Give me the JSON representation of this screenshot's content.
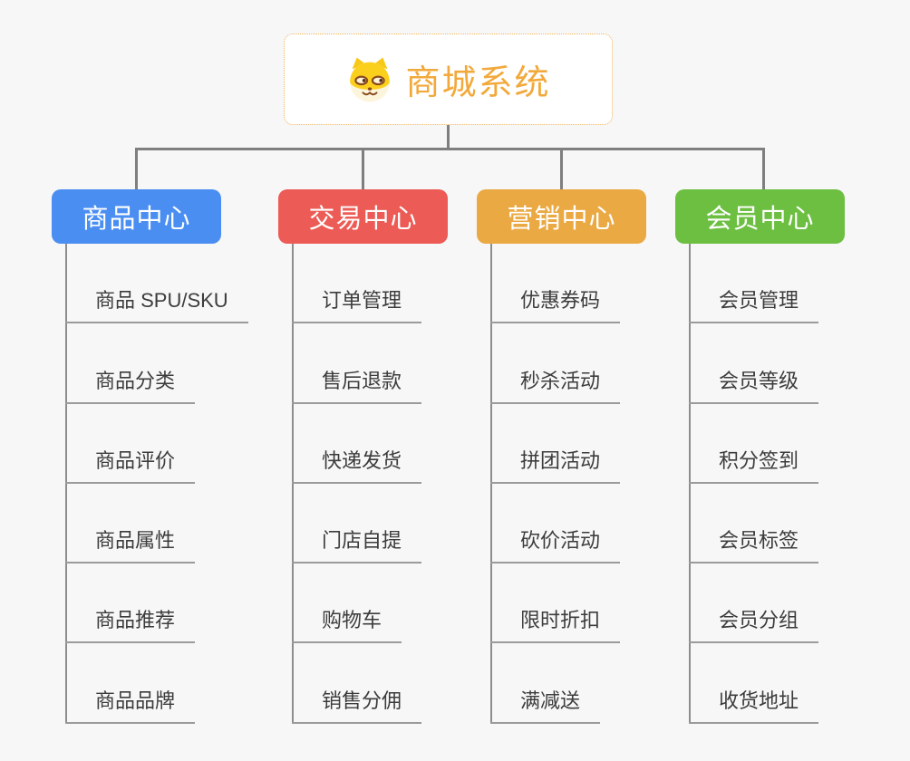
{
  "root": {
    "title": "商城系统",
    "icon": "shiba-dog-icon",
    "title_color": "#f2a93b",
    "border_color": "#f0b254"
  },
  "branches": [
    {
      "label": "商品中心",
      "color": "#4a8ef2",
      "items": [
        "商品 SPU/SKU",
        "商品分类",
        "商品评价",
        "商品属性",
        "商品推荐",
        "商品品牌"
      ]
    },
    {
      "label": "交易中心",
      "color": "#ec5b55",
      "items": [
        "订单管理",
        "售后退款",
        "快递发货",
        "门店自提",
        "购物车",
        "销售分佣"
      ]
    },
    {
      "label": "营销中心",
      "color": "#eaa942",
      "items": [
        "优惠券码",
        "秒杀活动",
        "拼团活动",
        "砍价活动",
        "限时折扣",
        "满减送"
      ]
    },
    {
      "label": "会员中心",
      "color": "#6dbf42",
      "items": [
        "会员管理",
        "会员等级",
        "积分签到",
        "会员标签",
        "会员分组",
        "收货地址"
      ]
    }
  ],
  "colors": {
    "background": "#f7f7f7",
    "connector_line": "#7f7f7f",
    "trunk_line": "#8d8d8d",
    "underline": "#9b9b9b",
    "child_text": "#3c3c3c"
  }
}
